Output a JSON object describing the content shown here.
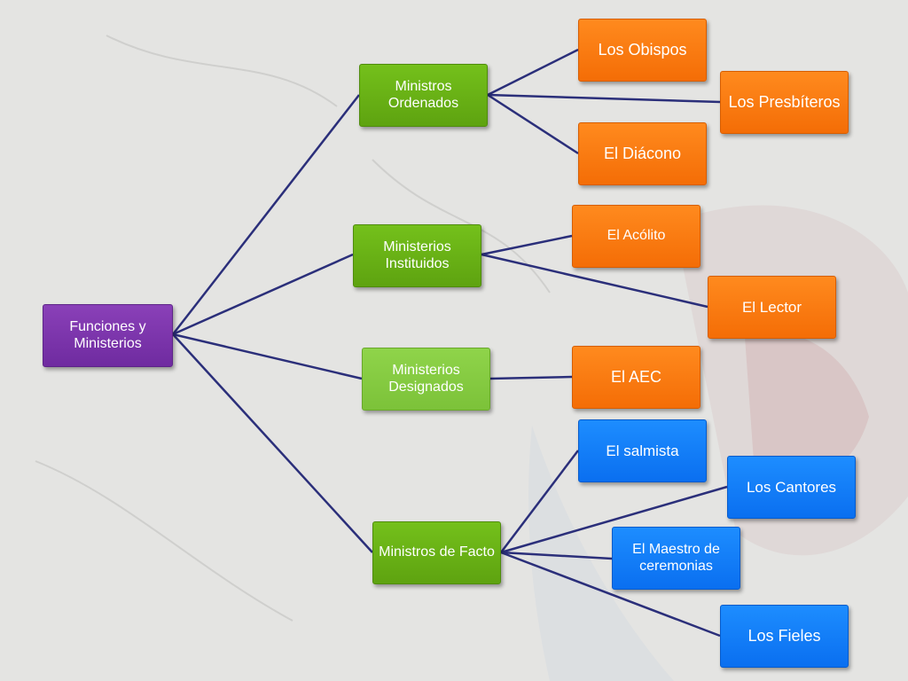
{
  "diagram": {
    "line_color": "#2b2f7a",
    "root": {
      "label": "Funciones y Ministerios",
      "color": "#7a33ab"
    },
    "branches": [
      {
        "label": "Ministros Ordenados",
        "color": "#66b014",
        "children": [
          "Los Obispos",
          "Los Presbíteros",
          "El Diácono"
        ]
      },
      {
        "label": "Ministerios Instituidos",
        "color": "#66b014",
        "children": [
          "El Acólito",
          "El Lector"
        ]
      },
      {
        "label": "Ministerios Designados",
        "color": "#85cb42",
        "children": [
          "El AEC"
        ]
      },
      {
        "label": "Ministros de Facto",
        "color": "#66b014",
        "children": [
          "El salmista",
          "Los Cantores",
          "El Maestro de ceremonias",
          "Los Fieles"
        ]
      }
    ],
    "leaf_colors": {
      "orange": "#f57a10",
      "blue": "#1480f8"
    }
  }
}
